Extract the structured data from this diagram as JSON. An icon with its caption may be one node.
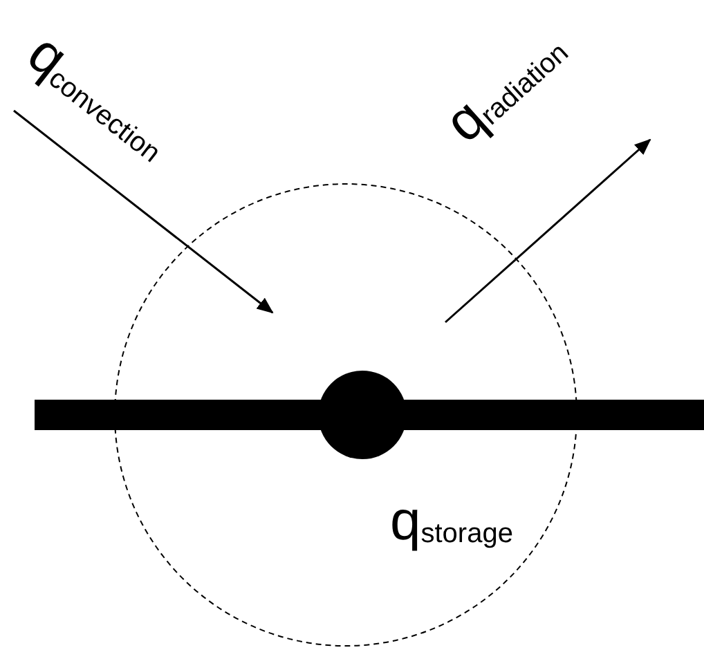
{
  "diagram": {
    "nodes": [
      {
        "text": [
          "q$_{storage}$"
        ]
      }
    ],
    "edges": [],
    "labels": [
      "q$_{convection}$",
      "q$_{radiation}$"
    ]
  }
}
